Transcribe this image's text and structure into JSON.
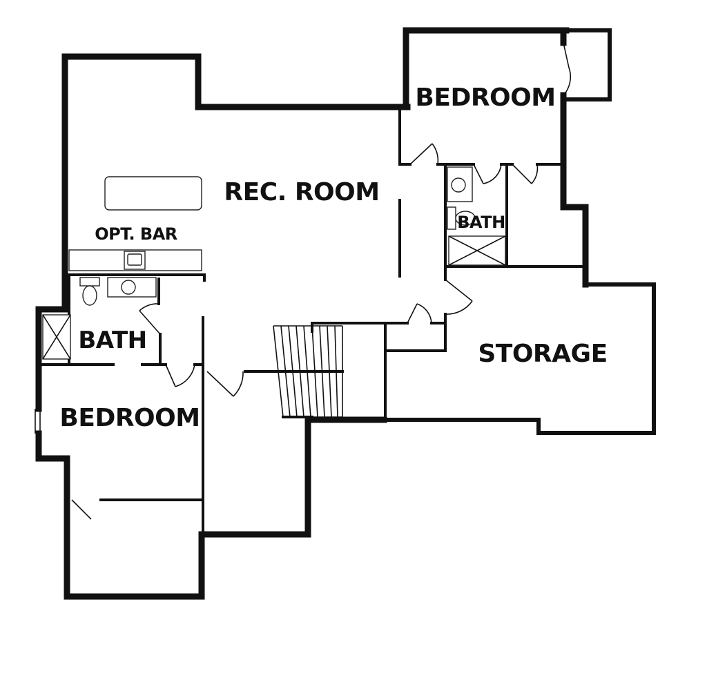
{
  "floor_plan": {
    "rooms": {
      "rec_room": "REC. ROOM",
      "opt_bar": "OPT. BAR",
      "bedroom_top": "BEDROOM",
      "bath_right": "BATH",
      "bath_left": "BATH",
      "bedroom_left": "BEDROOM",
      "storage": "STORAGE"
    },
    "colors": {
      "walls": "#111111",
      "background": "#ffffff"
    }
  }
}
